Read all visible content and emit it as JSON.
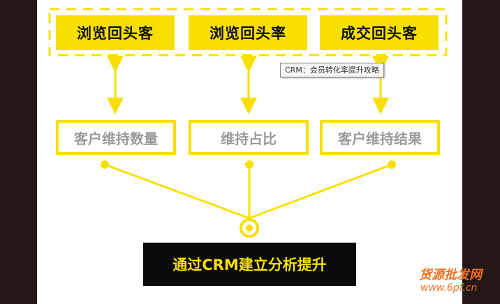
{
  "top_boxes": [
    "浏览回头客",
    "浏览回头率",
    "成交回头客"
  ],
  "middle_boxes": [
    "客户维持数量",
    "维持占比",
    "客户维持结果"
  ],
  "bottom_box": "通过CRM建立分析提升",
  "tooltip": "CRM：会员转化率提升攻略",
  "watermark": {
    "title": "货源批发网",
    "url": "www.6pf.cn"
  },
  "colors": {
    "accent": "#f7e000",
    "dark": "#231815"
  }
}
